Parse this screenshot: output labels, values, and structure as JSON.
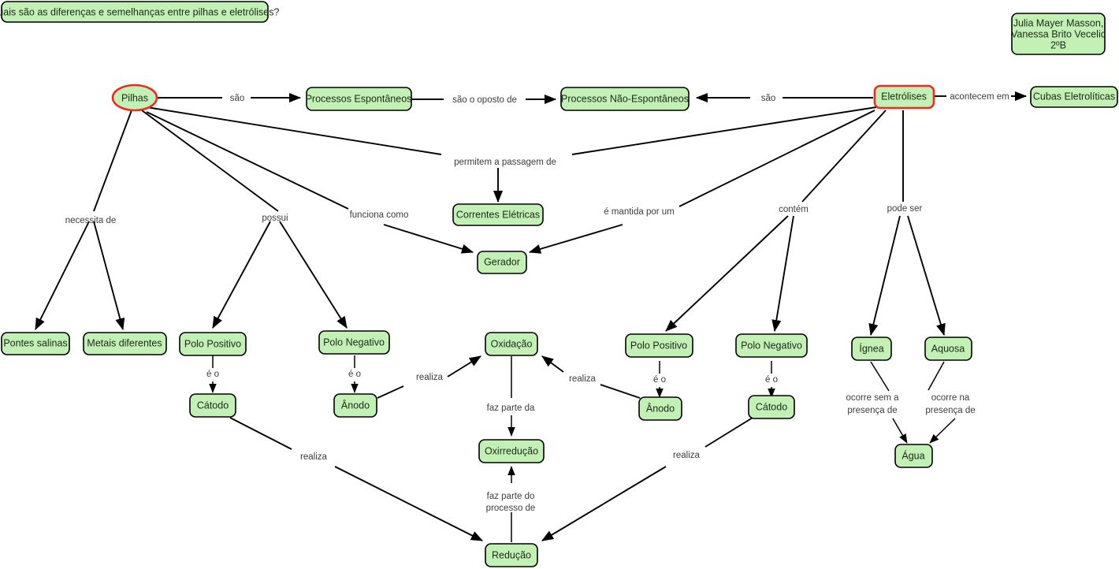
{
  "page": {
    "title_box": "Quais são as diferenças e semelhanças entre pilhas e eletrólises?",
    "authors_line1": "Julia Mayer Masson,",
    "authors_line2": "Vanessa Brito Vecelic",
    "authors_line3": "2ºB",
    "colors": {
      "node_fill": "#c3f0b4",
      "node_stroke": "#000000",
      "highlight_stroke": "#ee2b22",
      "label_text": "#3d3d3d",
      "background": "#ffffff"
    }
  },
  "nodes": {
    "pilhas": "Pilhas",
    "processos_espontaneos": "Processos Espontâneos",
    "processos_nao_espontaneos": "Processos Não-Espontâneos",
    "eletrolises": "Eletrólises",
    "cubas_eletroliticas": "Cubas Eletrolíticas",
    "correntes_eletricas": "Correntes Elétricas",
    "gerador": "Gerador",
    "pontes_salinas": "Pontes salinas",
    "metais_diferentes": "Metais diferentes",
    "polo_positivo_pilha": "Polo Positivo",
    "polo_negativo_pilha": "Polo Negativo",
    "catodo_pilha": "Cátodo",
    "anodo_pilha": "Ânodo",
    "oxidacao": "Oxidação",
    "oxirreducao": "Oxirredução",
    "reducao": "Redução",
    "polo_positivo_elet": "Polo Positivo",
    "polo_negativo_elet": "Polo Negativo",
    "anodo_elet": "Ânodo",
    "catodo_elet": "Cátodo",
    "ignea": "Ígnea",
    "aquosa": "Aquosa",
    "agua": "Água"
  },
  "link_labels": {
    "sao_1": "são",
    "sao_oposto_de": "são o oposto de",
    "sao_2": "são",
    "acontecem_em": "acontecem em",
    "permitem_a_passagem_de": "permitem a passagem de",
    "necessita_de": "necessita de",
    "possui": "possui",
    "funciona_como": "funciona como",
    "e_mantida_por_um": "é mantida por um",
    "contem": "contém",
    "pode_ser": "pode ser",
    "e_o_1": "é o",
    "e_o_2": "é o",
    "e_o_3": "é o",
    "e_o_4": "é o",
    "realiza_1": "realiza",
    "realiza_2": "realiza",
    "realiza_3": "realiza",
    "realiza_4": "realiza",
    "faz_parte_da": "faz parte da",
    "faz_parte_do_processo_de_1": "faz parte do",
    "faz_parte_do_processo_de_2": "processo de",
    "ocorre_sem_a_1": "ocorre sem a",
    "ocorre_sem_a_2": "presença de",
    "ocorre_na_1": "ocorre na",
    "ocorre_na_2": "presença de"
  }
}
